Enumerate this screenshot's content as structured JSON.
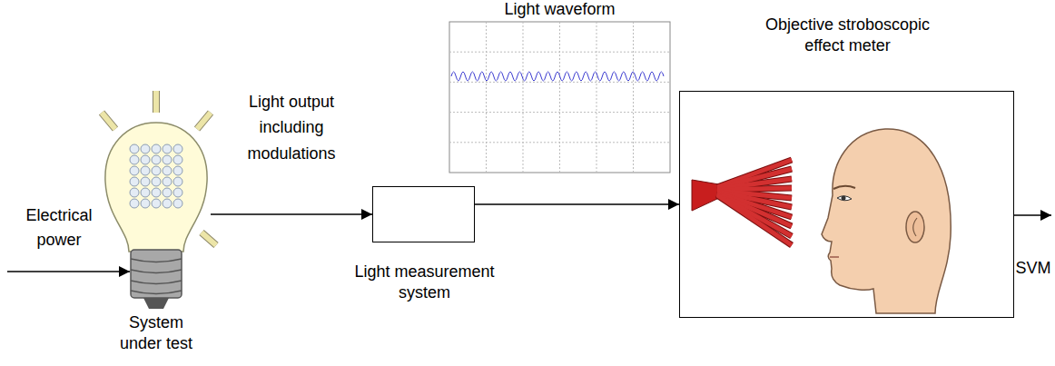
{
  "diagram": {
    "nodes": [
      {
        "text": [
          "System under test"
        ]
      },
      {
        "text": [
          "Light measurement system"
        ]
      },
      {
        "text": [
          "Objective stroboscopic effect meter"
        ]
      }
    ],
    "edges": [
      {
        "from": 0,
        "to": 1,
        "arrow": "to",
        "label": "Light output including modulations"
      },
      {
        "from": 1,
        "to": 2,
        "arrow": "to"
      }
    ],
    "labels": [
      "Electrical power",
      "Light waveform",
      "SVM"
    ]
  }
}
